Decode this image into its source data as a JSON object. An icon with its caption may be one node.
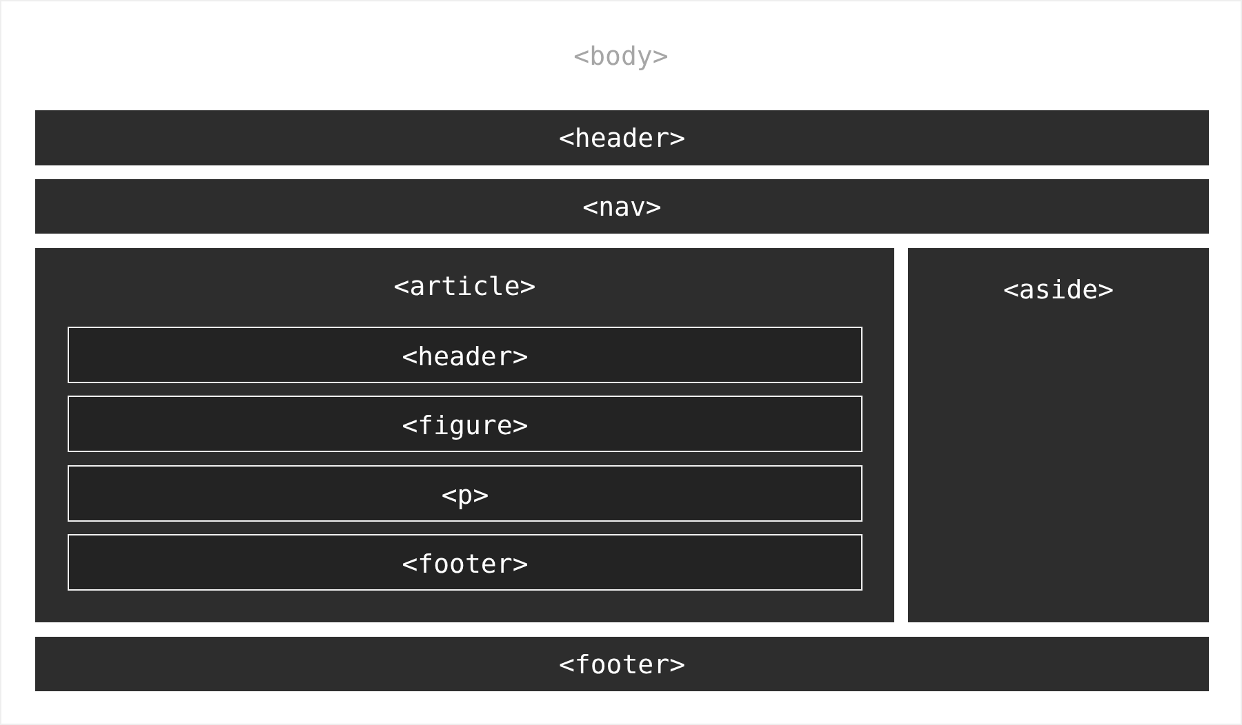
{
  "diagram": {
    "nodes": [
      {
        "text": [
          "<body>"
        ]
      },
      {
        "text": [
          "<header>"
        ],
        "in": 0
      },
      {
        "text": [
          "<nav>"
        ],
        "in": 0
      },
      {
        "text": [
          "<article>"
        ],
        "in": 0
      },
      {
        "text": [
          "<header>"
        ],
        "in": 3
      },
      {
        "text": [
          "<figure>"
        ],
        "in": 3
      },
      {
        "text": [
          "<p>"
        ],
        "in": 3
      },
      {
        "text": [
          "<footer>"
        ],
        "in": 3
      },
      {
        "text": [
          "<aside>"
        ],
        "in": 0
      },
      {
        "text": [
          "<footer>"
        ],
        "in": 0
      }
    ]
  }
}
